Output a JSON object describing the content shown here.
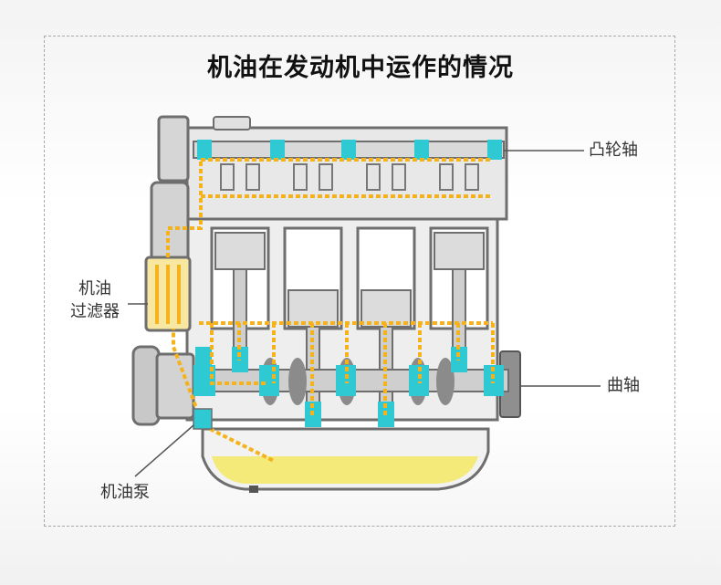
{
  "title": "机油在发动机中运作的情况",
  "labels": {
    "camshaft": "凸轮轴",
    "oil_filter_line1": "机油",
    "oil_filter_line2": "过滤器",
    "crankshaft": "曲轴",
    "oil_pump": "机油泵"
  },
  "colors": {
    "oil": "#f5b21b",
    "oil_pool": "#f3ea7a",
    "bearing": "#2ec9d3",
    "engine_gray": "#8b8b8b",
    "engine_light": "#e6e6e6"
  }
}
